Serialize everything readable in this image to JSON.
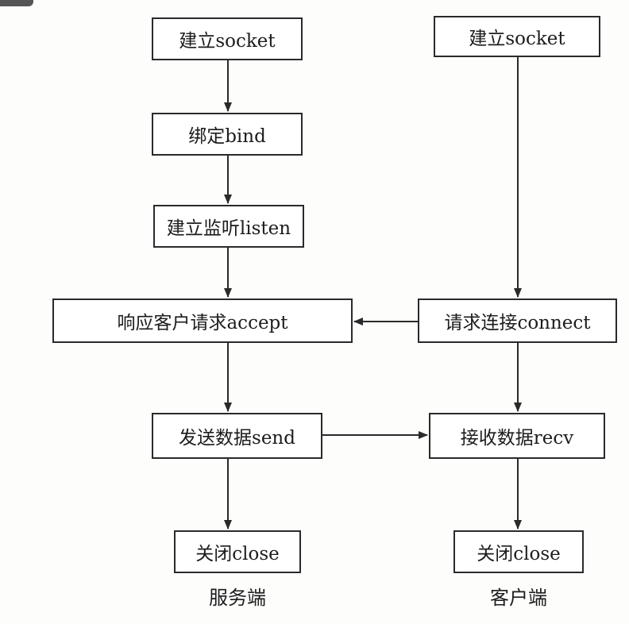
{
  "server": {
    "socket": "建立socket",
    "bind": "绑定bind",
    "listen": "建立监听listen",
    "accept": "响应客户请求accept",
    "send": "发送数据send",
    "close": "关闭close",
    "caption": "服务端"
  },
  "client": {
    "socket": "建立socket",
    "connect": "请求连接connect",
    "recv": "接收数据recv",
    "close": "关闭close",
    "caption": "客户端"
  },
  "colors": {
    "line": "#2a2a2a",
    "box_border": "#2a2a2a",
    "text": "#1c1c1c"
  }
}
